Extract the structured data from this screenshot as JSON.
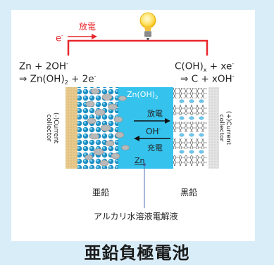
{
  "diagram": {
    "discharge_label": "放電",
    "electron_label": "e",
    "electron_sup": "-",
    "anode_reaction_1": "Zn + 2OH",
    "anode_reaction_1_sup": "-",
    "anode_reaction_2a": "⇒ Zn(OH)",
    "anode_reaction_2_sub": "2",
    "anode_reaction_2b": " + 2e",
    "anode_reaction_2_sup": "-",
    "cathode_reaction_1a": "C(OH)",
    "cathode_reaction_1_sub": "x",
    "cathode_reaction_1b": " + xe",
    "cathode_reaction_1_sup": "-",
    "cathode_reaction_2": "⇒ C + xOH",
    "cathode_reaction_2_sup": "-",
    "zn_oh2_label": "Zn(OH)",
    "zn_oh2_sub": "2",
    "discharge_inner": "放電",
    "oh_label": "OH",
    "oh_sup": "-",
    "charge_inner": "充電",
    "zn_label": "Zn",
    "neg_collector": "(-)Current\ncollector",
    "pos_collector": "(+)Current\ncollector",
    "anode_material": "亜鉛",
    "cathode_material": "黒鉛",
    "electrolyte": "アルカリ水溶液電解液",
    "title": "亜鉛負極電池"
  },
  "colors": {
    "wire": "#e8262a",
    "electrolyte": "#35c3ee",
    "anode_collector": "#e8c98c",
    "cathode_collector": "#d6d6d6"
  },
  "icons": [
    "light-bulb-icon",
    "arrow-right-icon",
    "arrow-left-icon"
  ]
}
